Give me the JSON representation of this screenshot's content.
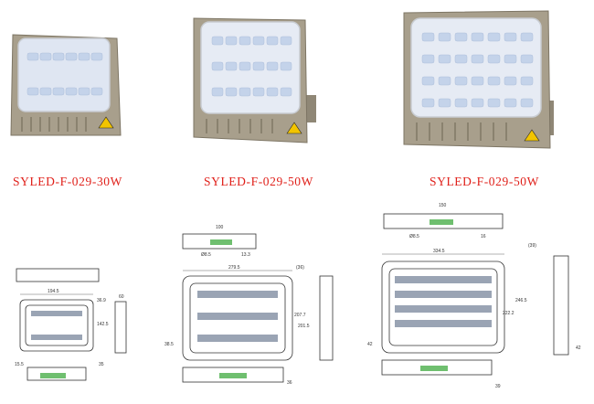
{
  "products": [
    {
      "caption": "SYLED-F-029-30W",
      "rows": 2,
      "cols": 6,
      "led_rows_extra": 0
    },
    {
      "caption": "SYLED-F-029-50W",
      "rows": 3,
      "cols": 6
    },
    {
      "caption": "SYLED-F-029-50W",
      "rows": 4,
      "cols": 7
    }
  ],
  "drawings": {
    "d1": {
      "width": "194.5",
      "depth": "36.9",
      "height": "142.5",
      "bracket": "15.5",
      "side": "60",
      "bottom": "35"
    },
    "d2": {
      "bracket_width": "100",
      "hole": "Ø8.5",
      "offset": "13.3",
      "width": "279.5",
      "depth": "(36)",
      "height_a": "207.7",
      "height_b": "201.5",
      "side": "38.5",
      "foot": "36"
    },
    "d3": {
      "bracket_width": "150",
      "hole": "Ø8.5",
      "slot": "16",
      "width": "334.5",
      "depth": "(39)",
      "height_a": "222.2",
      "height_b": "246.5",
      "side_a": "42",
      "side_b": "42",
      "foot": "39"
    }
  },
  "colors": {
    "caption": "#e0201a",
    "housing": "#a89f8c",
    "lens": "#dfe6f2",
    "warning": "#f2c400"
  }
}
